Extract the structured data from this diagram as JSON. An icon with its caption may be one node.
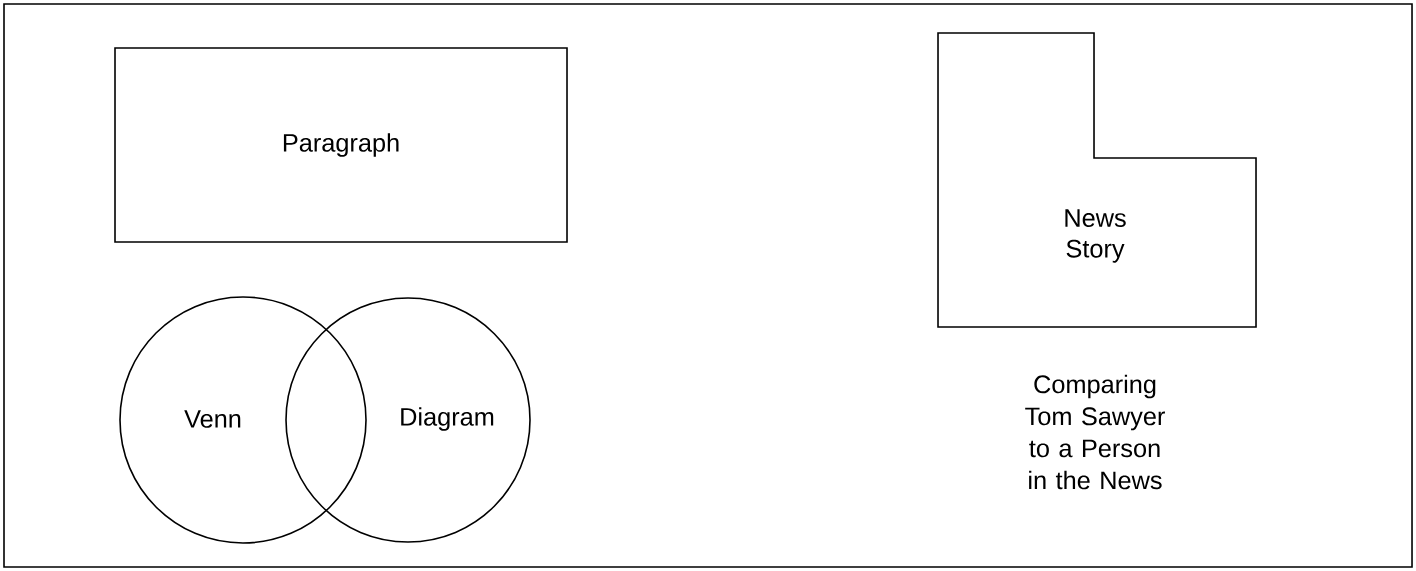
{
  "diagram": {
    "nodes": [
      {
        "text": [
          "Paragraph"
        ]
      },
      {
        "text": [
          "Venn"
        ]
      },
      {
        "text": [
          "Diagram"
        ]
      },
      {
        "text": [
          "News Story"
        ]
      }
    ],
    "labels": [
      "Comparing Tom Sawyer to a Person in the News"
    ]
  }
}
